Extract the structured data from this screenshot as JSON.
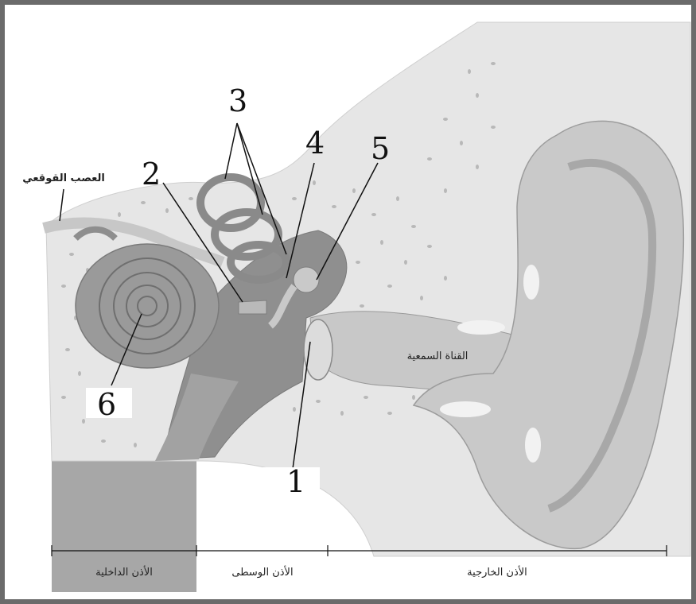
{
  "diagram": {
    "labels": {
      "n1": "1",
      "n2": "2",
      "n3": "3",
      "n4": "4",
      "n5": "5",
      "n6": "6"
    },
    "text_labels": {
      "nerve": "العصب القوقعي",
      "canal": "القناة السمعية"
    },
    "regions": {
      "inner": "الأذن الداخلية",
      "middle": "الأذن الوسطى",
      "outer": "الأذن الخارجية"
    },
    "colors": {
      "bone": "#e9e9e9",
      "tissue": "#bdbdbd",
      "dark_tissue": "#8f8f8f",
      "inner_region": "#a7a7a7",
      "frame": "#6b6b6b"
    }
  }
}
